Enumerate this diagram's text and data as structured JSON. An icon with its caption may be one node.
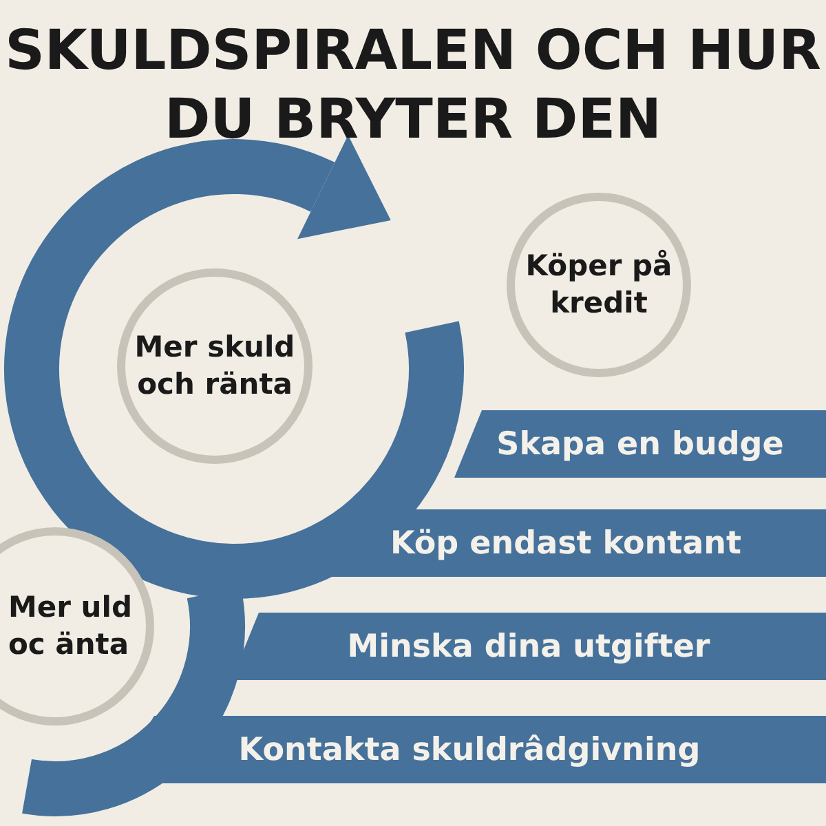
{
  "diagram": {
    "title": "SKULDSPIRALEN OCH HUR DU BRYTER DEN",
    "nodes": [
      {
        "text": [
          "Mer skuld och ränta"
        ]
      },
      {
        "text": [
          "Köper på kredit"
        ]
      },
      {
        "text": [
          "Mer uld oc änta"
        ]
      },
      {
        "text": [
          "Skapa en budge"
        ]
      },
      {
        "text": [
          "Köp endast kontant"
        ]
      },
      {
        "text": [
          "Minska dina utgifter"
        ]
      },
      {
        "text": [
          "Kontakta skuldrâdgivning"
        ]
      }
    ]
  }
}
